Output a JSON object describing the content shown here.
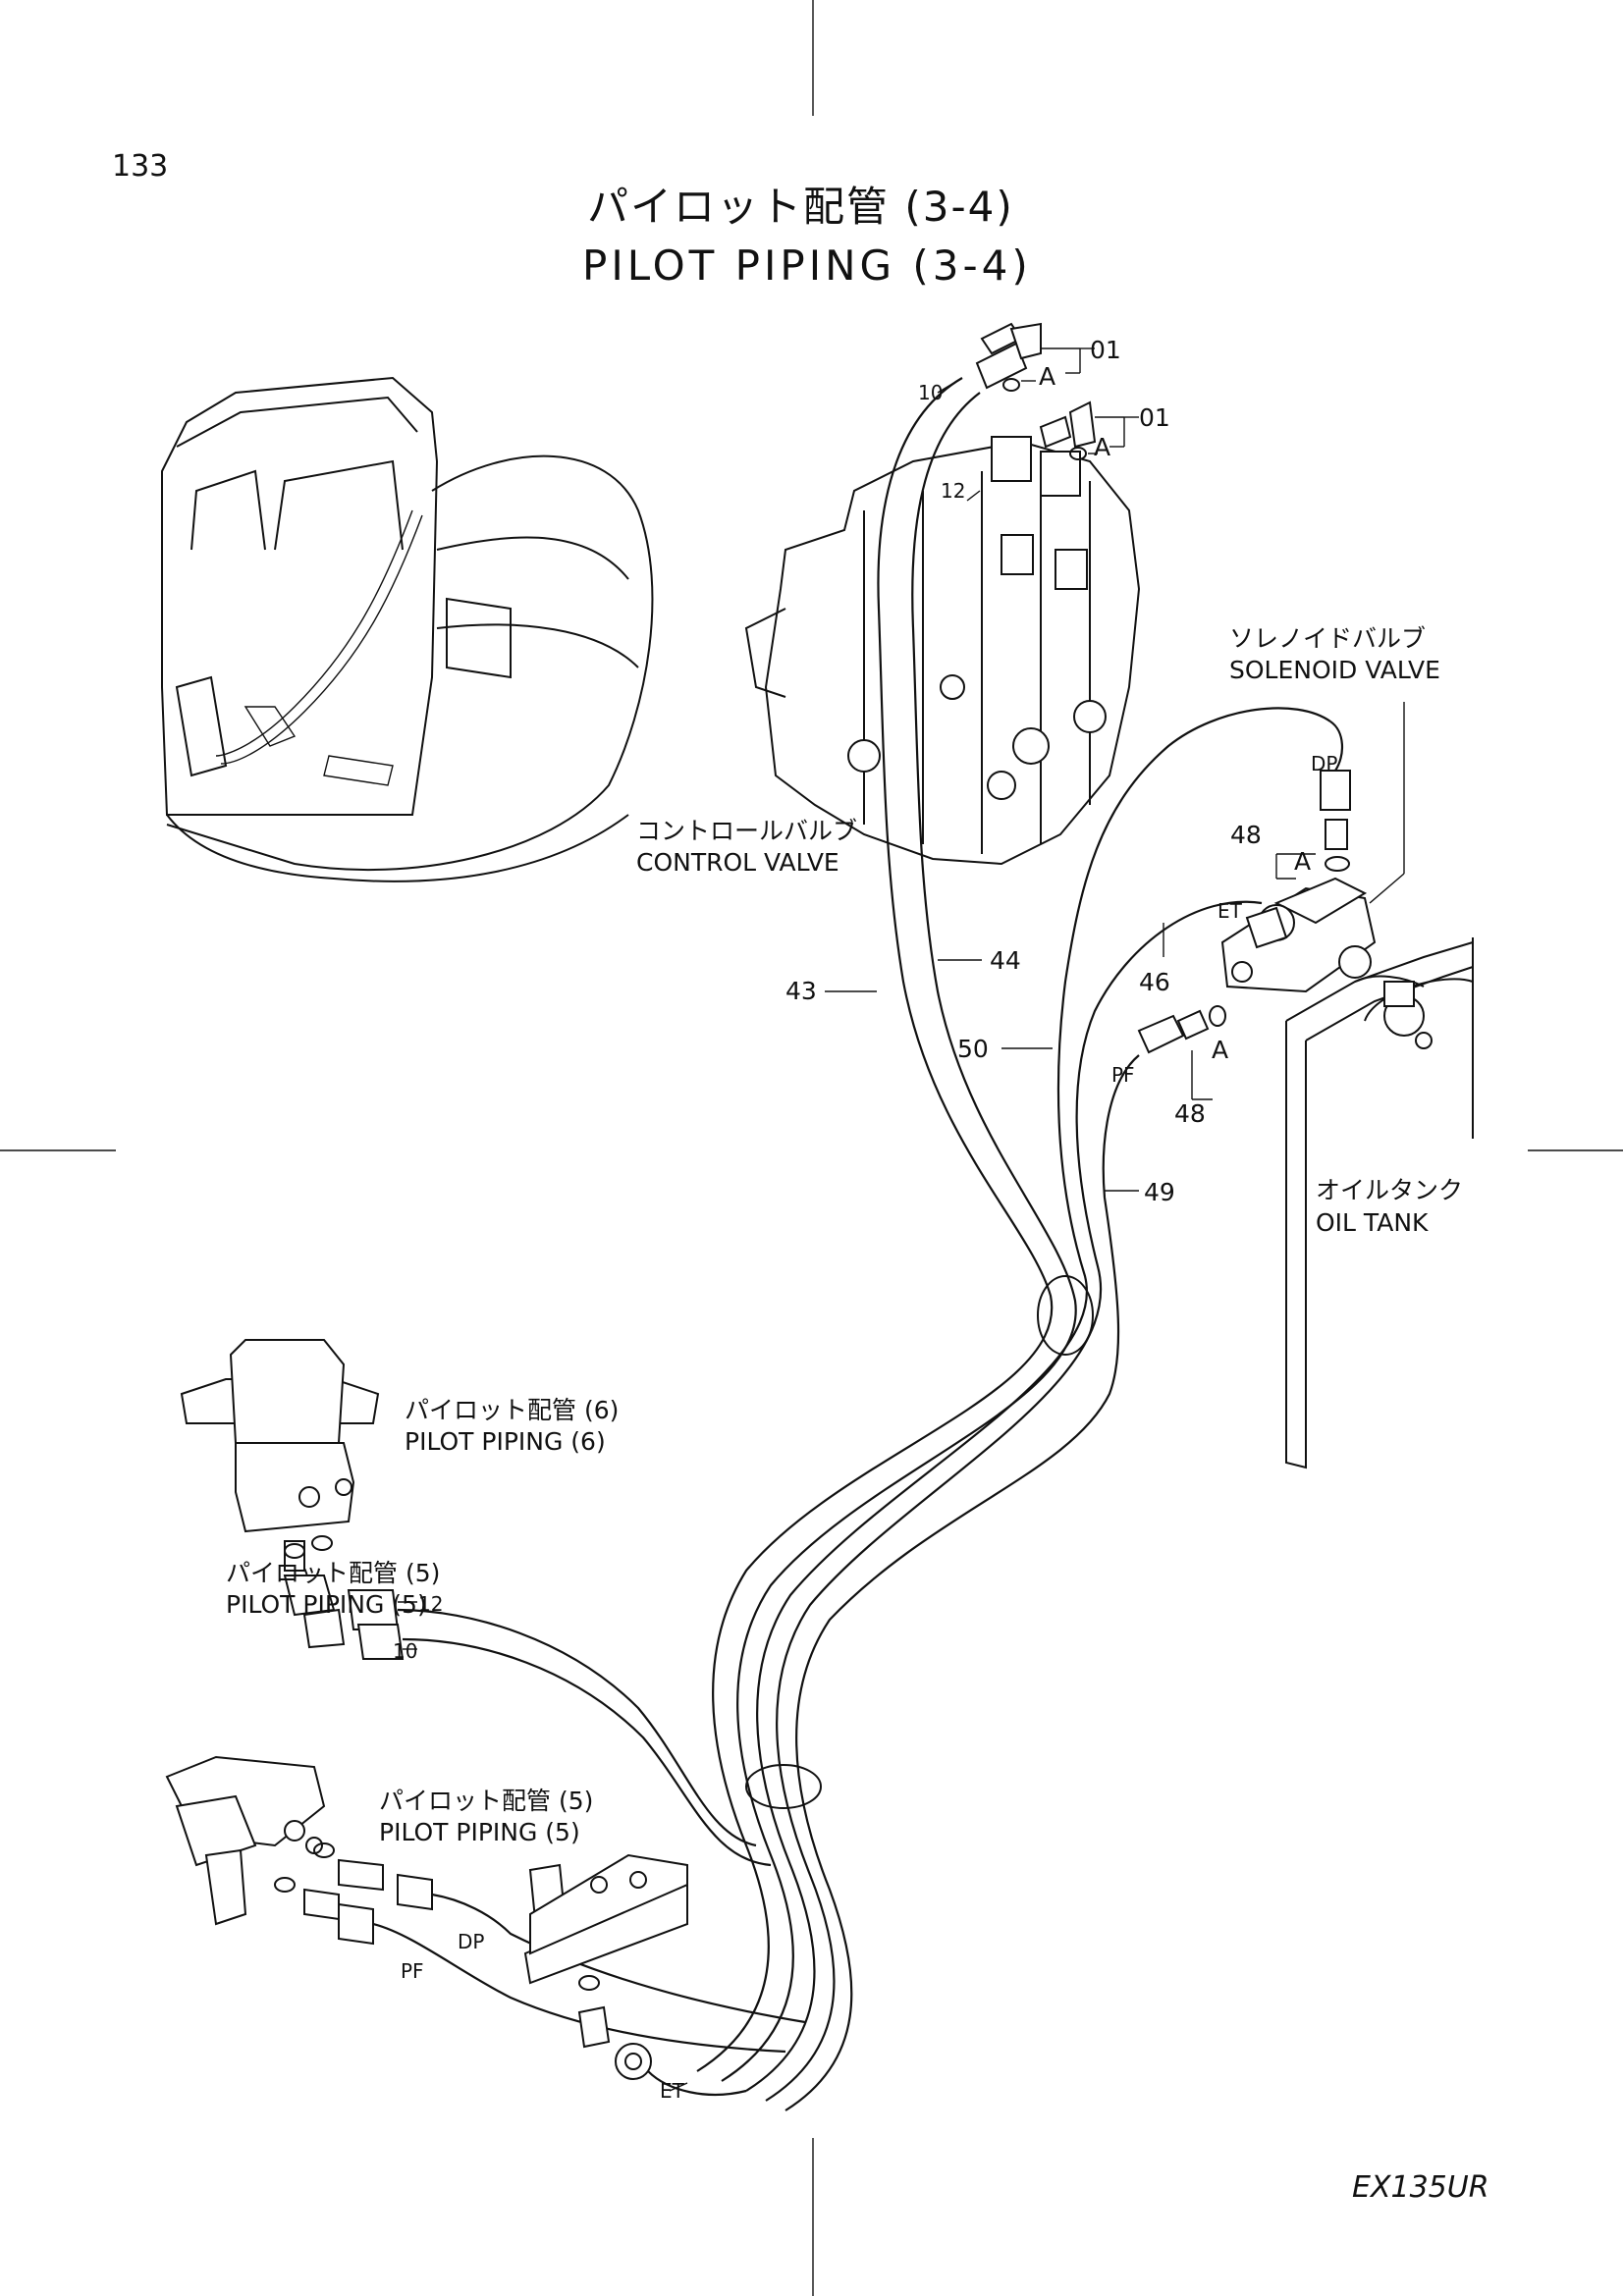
{
  "page": {
    "page_number": "133",
    "title_jp": "パイロット配管 (3-4)",
    "title_en": "PILOT PIPING (3-4)",
    "model": "EX135UR"
  },
  "components": {
    "control_valve_jp": "コントロールバルブ",
    "control_valve_en": "CONTROL VALVE",
    "solenoid_valve_jp": "ソレノイドバルブ",
    "solenoid_valve_en": "SOLENOID VALVE",
    "oil_tank_jp": "オイルタンク",
    "oil_tank_en": "OIL TANK",
    "pilot_piping_6_jp": "パイロット配管 (6)",
    "pilot_piping_6_en": "PILOT PIPING (6)",
    "pilot_piping_5a_jp": "パイロット配管 (5)",
    "pilot_piping_5a_en": "PILOT PIPING (5)",
    "pilot_piping_5b_jp": "パイロット配管 (5)",
    "pilot_piping_5b_en": "PILOT PIPING (5)"
  },
  "callouts": {
    "c01_top": "01",
    "a_top": "A",
    "c01_second": "01",
    "a_second": "A",
    "c10_top": "10",
    "c12_top": "12",
    "c43": "43",
    "c44": "44",
    "c50": "50",
    "c46": "46",
    "c48_top": "48",
    "a_48": "A",
    "c48_bottom": "48",
    "a_lower": "A",
    "c49": "49",
    "dp_top": "DP",
    "et_top": "ET",
    "pf_top": "PF",
    "c12_bottom": "12",
    "c10_bottom": "10",
    "dp_bottom": "DP",
    "pf_bottom": "PF",
    "et_bottom": "ET"
  }
}
